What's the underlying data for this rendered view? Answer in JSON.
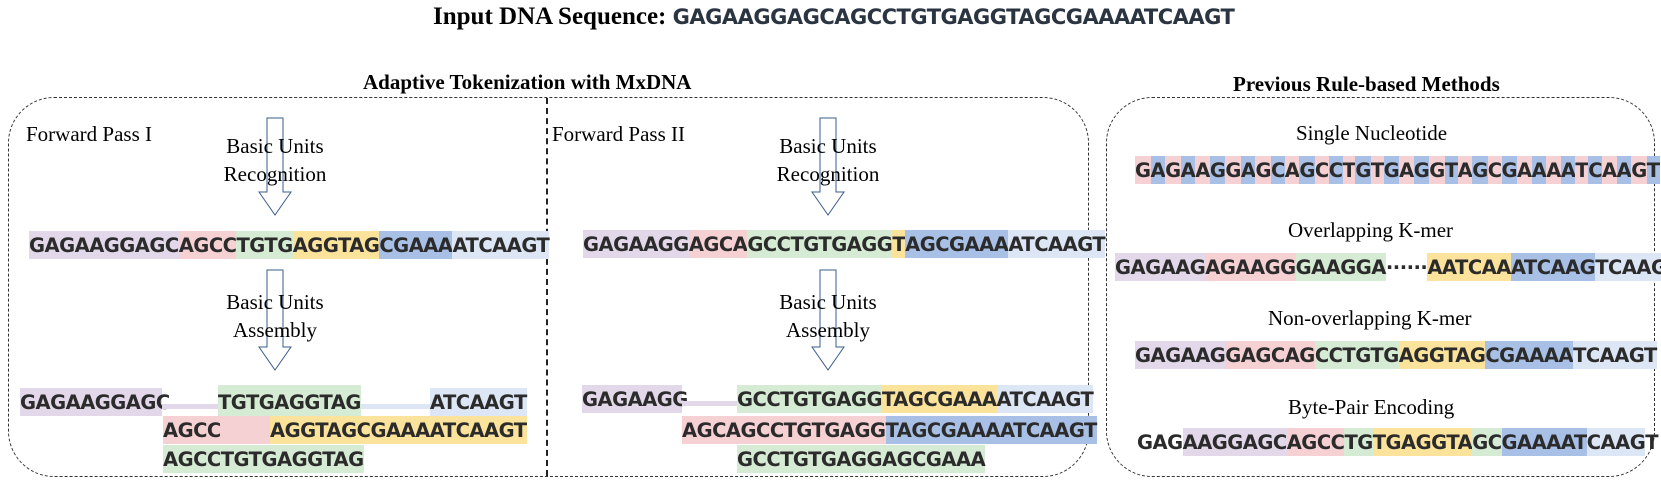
{
  "header": {
    "prefix": "Input DNA Sequence:",
    "sequence": "GAGAAGGAGCAGCCTGTGAGGTAGCGAAAATCAAGT"
  },
  "left_panel": {
    "title": "Adaptive Tokenization with MxDNA",
    "passes": [
      {
        "label": "Forward Pass I",
        "recognition_label": [
          "Basic Units",
          "Recognition"
        ],
        "assembly_label": [
          "Basic Units",
          "Assembly"
        ],
        "units": [
          "GAGAAGGAGC",
          "AGCC",
          "TGTG",
          "AGGTAG",
          "CGAAA",
          "ATCAAGT"
        ],
        "assembly_rows": [
          [
            "GAGAAGGAGC",
            "TGTGAGGTAG",
            "ATCAAGT"
          ],
          [
            "AGCC",
            "AGGTAGCGAAAATCAAGT"
          ],
          [
            "AGCCTGTGAGGTAG"
          ]
        ]
      },
      {
        "label": "Forward Pass II",
        "recognition_label": [
          "Basic Units",
          "Recognition"
        ],
        "assembly_label": [
          "Basic Units",
          "Assembly"
        ],
        "units": [
          "GAGAAGG",
          "AGCA",
          "GCCTGTGAGG",
          "T",
          "AGCGAAA",
          "ATCAAGT"
        ],
        "assembly_rows": [
          [
            "GAGAAGG",
            "GCCTGTGAGG",
            "TAGCGAAA",
            "ATCAAGT"
          ],
          [
            "AGCAGCCTGTGAGG",
            "TAGCGAAAATCAAGT"
          ],
          [
            "GCCTGTGAGG",
            "AGCGAAA"
          ]
        ]
      }
    ]
  },
  "right_panel": {
    "title": "Previous Rule-based Methods",
    "methods": [
      {
        "name": "Single Nucleotide",
        "tokens": [
          "G",
          "A",
          "G",
          "A",
          "A",
          "G",
          "G",
          "A",
          "G",
          "C",
          "A",
          "G",
          "C",
          "C",
          "T",
          "G",
          "T",
          "G",
          "A",
          "G",
          "G",
          "T",
          "A",
          "G",
          "C",
          "G",
          "A",
          "A",
          "A",
          "A",
          "T",
          "C",
          "A",
          "A",
          "G",
          "T"
        ]
      },
      {
        "name": "Overlapping K-mer",
        "tokens": [
          "GAGAAG",
          "AGAAGG",
          "GAAGGA",
          "······",
          "AATCAA",
          "ATCAAG",
          "TCAAGT"
        ]
      },
      {
        "name": "Non-overlapping K-mer",
        "tokens": [
          "GAGAAG",
          "GAGCAG",
          "CCTGTG",
          "AGGTAG",
          "CGAAAA",
          "TCAAGT"
        ]
      },
      {
        "name": "Byte-Pair Encoding",
        "tokens": [
          "GAG",
          "AAGGAGC",
          "AGCC",
          "TG",
          "TGAGGTA",
          "GC",
          "GAAAAT",
          "CAAG",
          "T"
        ]
      }
    ]
  },
  "colors": {
    "purple": "#e3d7ea",
    "pink": "#f6d1d4",
    "green": "#d6ebd3",
    "yellow": "#fbe39b",
    "blue": "#a8bfe6",
    "light_blue": "#dde6f4",
    "border": "#333333",
    "text": "#2b2b2b"
  }
}
